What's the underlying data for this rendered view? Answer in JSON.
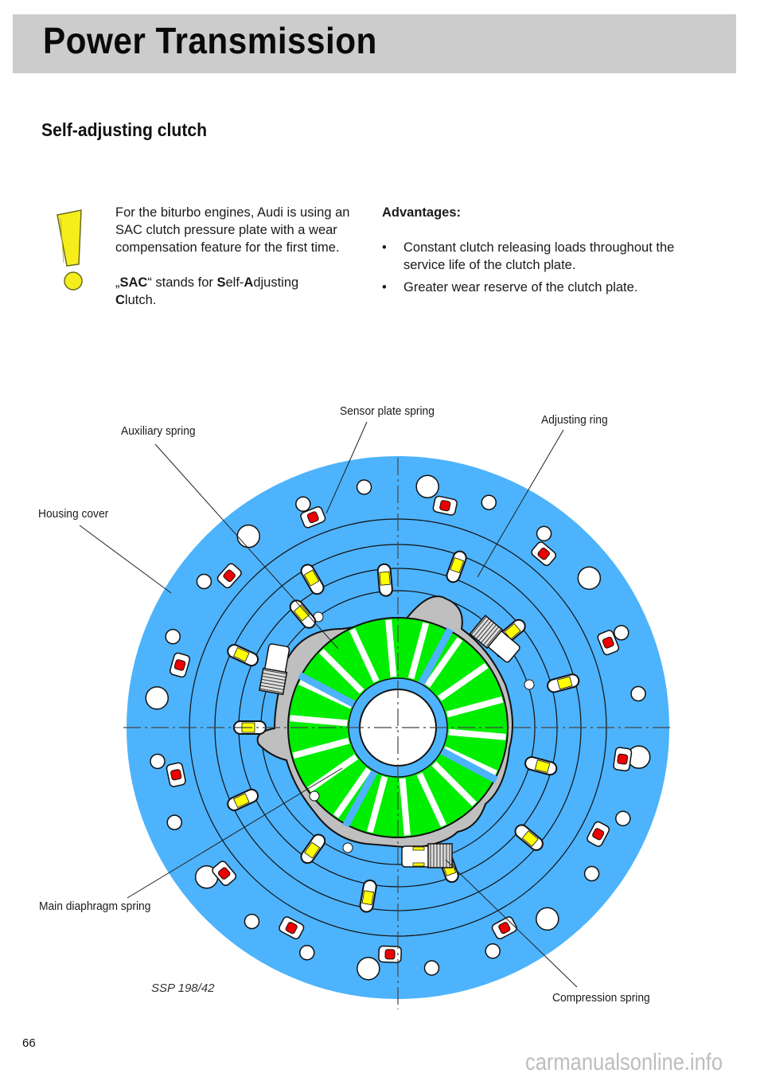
{
  "header": {
    "title": "Power Transmission"
  },
  "section": {
    "title": "Self-adjusting clutch"
  },
  "note": {
    "icon": "exclamation-icon",
    "paragraph1": "For the biturbo engines, Audi is using an SAC clutch pressure plate with a wear compensation feature for the first time.",
    "paragraph2": {
      "quote_open": "„",
      "abbr": "SAC",
      "quote_close": "“ stands for ",
      "s_bold": "S",
      "s_rest": "elf-",
      "a_bold": "A",
      "a_rest": "djusting ",
      "c_bold": "C",
      "c_rest": "lutch."
    }
  },
  "advantages": {
    "title": "Advantages:",
    "bullet": "•",
    "items": [
      "Constant clutch releasing loads throughout the service life of the clutch plate.",
      "Greater wear reserve of the clutch plate."
    ]
  },
  "diagram": {
    "callouts": {
      "sensor_plate_spring": "Sensor plate spring",
      "adjusting_ring": "Adjusting ring",
      "auxiliary_spring": "Auxiliary spring",
      "housing_cover": "Housing cover",
      "main_diaphragm_spring": "Main diaphragm spring",
      "compression_spring": "Compression spring"
    },
    "figure_id": "SSP 198/42",
    "colors": {
      "housing": "#4db3fc",
      "diaphragm": "#00ee00",
      "sensor_plate": "#c0c0c0",
      "spring": "#ffff00",
      "stop": "#ee0000"
    }
  },
  "footer": {
    "page_number": "66",
    "watermark": "carmanualsonline.info"
  }
}
